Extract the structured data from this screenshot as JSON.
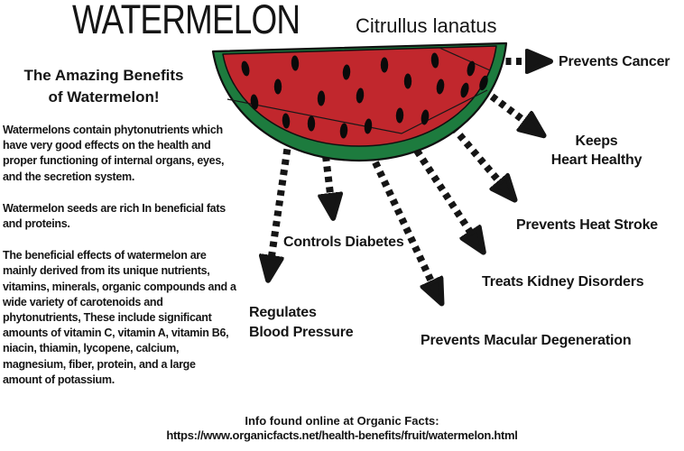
{
  "page": {
    "title": "WATERMELON",
    "subtitle": "Citrullus lanatus"
  },
  "intro": {
    "heading": "The Amazing Benefits\nof Watermelon!",
    "paragraphs": [
      "Watermelons contain phytonutrients which have very good effects on the health and proper functioning of internal organs, eyes, and the secretion system.",
      "Watermelon seeds are rich In beneficial fats and proteins.",
      "The beneficial effects of watermelon are mainly derived from its unique nutrients, vitamins, minerals, organic compounds and a wide variety of carotenoids and phytonutrients,  These include significant amounts of vitamin C, vitamin A, vitamin B6, niacin, thiamin, lycopene, calcium, magnesium, fiber, protein, and a large amount of potassium."
    ]
  },
  "benefits": [
    {
      "id": "prevents-cancer",
      "label": "Prevents Cancer"
    },
    {
      "id": "keeps-heart-healthy",
      "label": "Keeps\nHeart Healthy"
    },
    {
      "id": "prevents-heat-stroke",
      "label": "Prevents Heat Stroke"
    },
    {
      "id": "treats-kidney-disorders",
      "label": "Treats Kidney Disorders"
    },
    {
      "id": "prevents-macular-degeneration",
      "label": "Prevents Macular Degeneration"
    },
    {
      "id": "controls-diabetes",
      "label": "Controls Diabetes"
    },
    {
      "id": "regulates-blood-pressure",
      "label": "Regulates\nBlood Pressure"
    }
  ],
  "footer": {
    "line1": "Info found online at Organic Facts:",
    "line2": "https://www.organicfacts.net/health-benefits/fruit/watermelon.html"
  },
  "colors": {
    "flesh_red": "#c1272d",
    "rind_green": "#1d7b3e",
    "seed_black": "#0a0a0a",
    "ink": "#151515",
    "background": "#ffffff"
  },
  "illustration": {
    "name": "watermelon-slice",
    "seed_count": 20
  }
}
